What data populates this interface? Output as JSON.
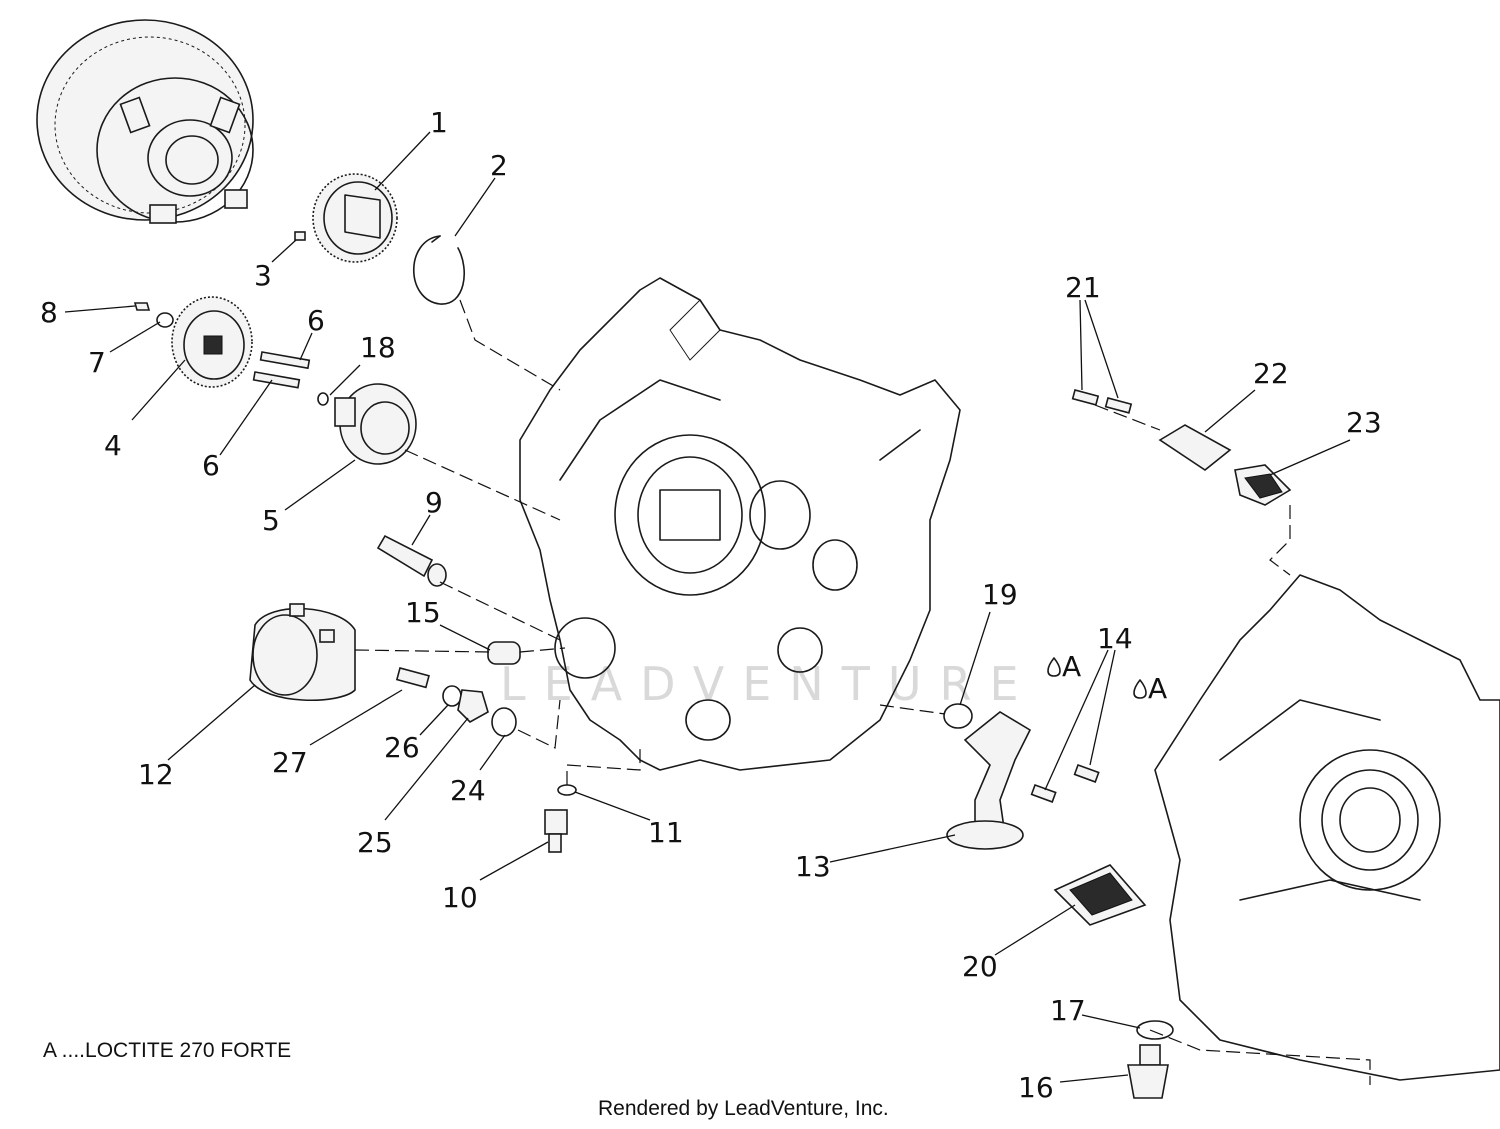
{
  "callouts": {
    "c1": "1",
    "c2": "2",
    "c3": "3",
    "c4": "4",
    "c5": "5",
    "c6a": "6",
    "c6b": "6",
    "c7": "7",
    "c8": "8",
    "c9": "9",
    "c10": "10",
    "c11": "11",
    "c12": "12",
    "c13": "13",
    "c14": "14",
    "c15": "15",
    "c16": "16",
    "c17": "17",
    "c18": "18",
    "c19": "19",
    "c20": "20",
    "c21": "21",
    "c22": "22",
    "c23": "23",
    "c24": "24",
    "c25": "25",
    "c26": "26",
    "c27": "27"
  },
  "loctite_marks": {
    "mark1": "A",
    "mark2": "A"
  },
  "legend": {
    "text": "A ....LOCTITE 270  FORTE"
  },
  "footer": {
    "text": "Rendered by LeadVenture, Inc."
  },
  "watermark": {
    "text": "LEADVENTURE"
  }
}
